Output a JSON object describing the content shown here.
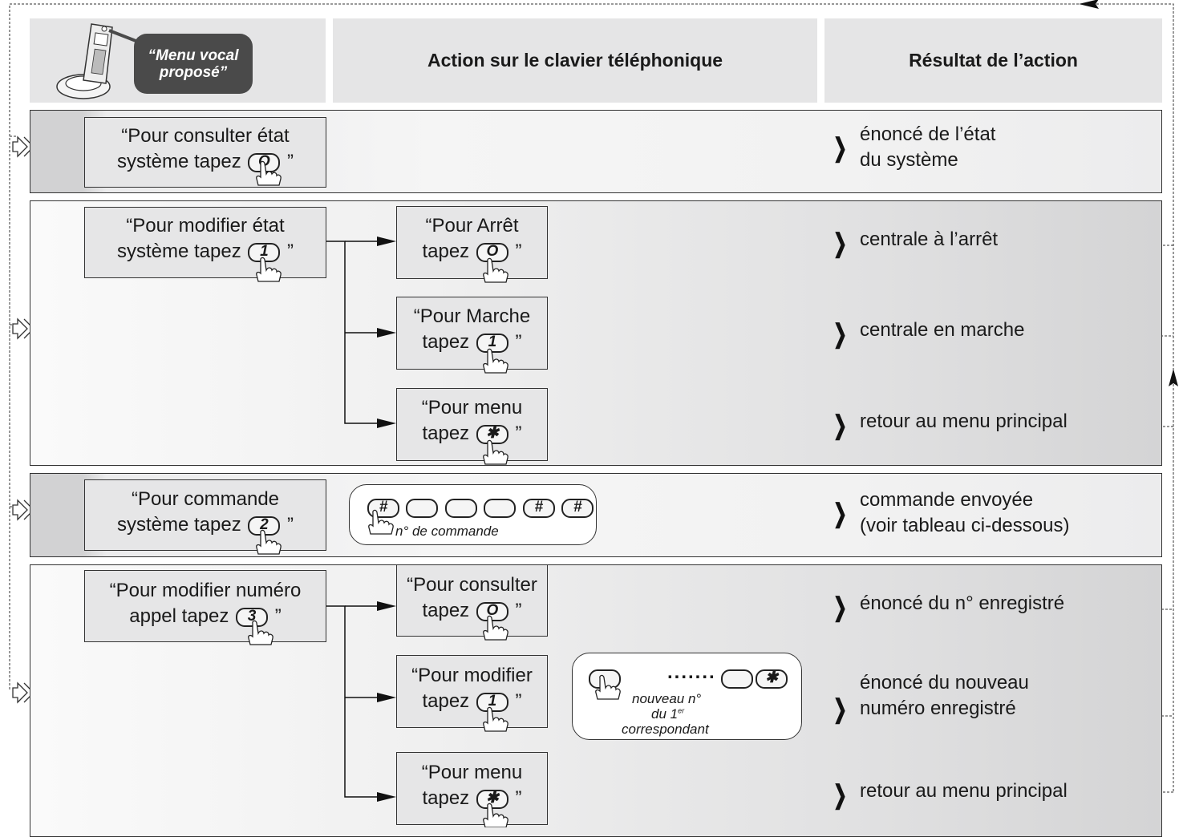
{
  "header": {
    "bubble_line1": "“Menu vocal",
    "bubble_line2": "proposé”",
    "action_title": "Action sur le clavier téléphonique",
    "result_title": "Résultat de l’action"
  },
  "icons": {
    "phone": "cordless-phone-icon",
    "entry_arrow": "double-arrow-icon",
    "finger": "pressing-finger-icon",
    "bullet": "chevron-right-icon"
  },
  "section1": {
    "prompt_line1": "“Pour consulter état",
    "prompt_line2": "système tapez",
    "prompt_key": "O",
    "close_quote": "”",
    "result_line1": "énoncé de l’état",
    "result_line2": "du système"
  },
  "section2": {
    "prompt_line1": "“Pour modifier état",
    "prompt_line2": "système tapez",
    "prompt_key": "1",
    "close_quote": "”",
    "options": [
      {
        "line1": "“Pour Arrêt",
        "line2": "tapez",
        "key": "O",
        "result": "centrale à l’arrêt"
      },
      {
        "line1": "“Pour Marche",
        "line2": "tapez",
        "key": "1",
        "result": "centrale en marche"
      },
      {
        "line1": "“Pour menu",
        "line2": "tapez",
        "key": "✱",
        "result": "retour au menu principal"
      }
    ]
  },
  "section3": {
    "prompt_line1": "“Pour commande",
    "prompt_line2": "système tapez",
    "prompt_key": "2",
    "close_quote": "”",
    "sequence_keys": [
      "#",
      "",
      "",
      "",
      "#",
      "#"
    ],
    "sequence_label": "n° de commande",
    "result_line1": "commande envoyée",
    "result_line2": "(voir tableau ci-dessous)"
  },
  "section4": {
    "prompt_line1": "“Pour modifier numéro",
    "prompt_line2": "appel tapez",
    "prompt_key": "3",
    "close_quote": "”",
    "options": [
      {
        "line1": "“Pour consulter",
        "line2": "tapez",
        "key": "O",
        "result_line1": "énoncé du n° enregistré",
        "result_line2": ""
      },
      {
        "line1": "“Pour modifier",
        "line2": "tapez",
        "key": "1",
        "result_line1": "énoncé du nouveau",
        "result_line2": "numéro enregistré"
      },
      {
        "line1": "“Pour menu",
        "line2": "tapez",
        "key": "✱",
        "result_line1": "retour au menu principal",
        "result_line2": ""
      }
    ],
    "entry_dots": ".......",
    "entry_key_end": "✱",
    "entry_label_1": "nouveau n°",
    "entry_label_2": "du 1",
    "entry_label_sup": "er",
    "entry_label_3": "correspondant"
  }
}
